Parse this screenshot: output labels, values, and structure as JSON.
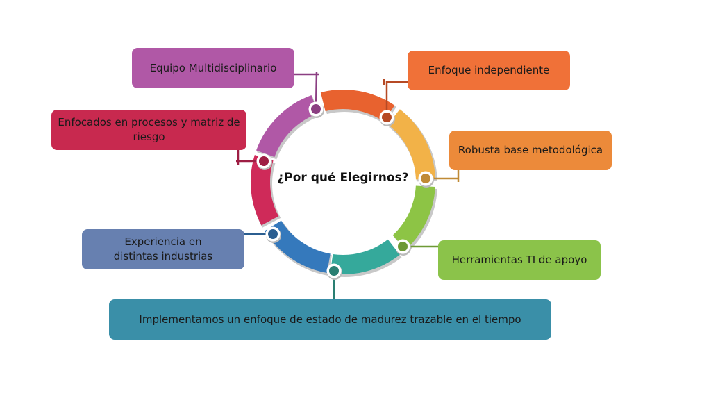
{
  "center_title": "¿Por qué Elegirnos?",
  "items": [
    {
      "label": "Equipo Multidisciplinario",
      "color": "#B058A6",
      "dot": "#8B3F82"
    },
    {
      "label": "Enfoque independiente",
      "color": "#F07138",
      "dot": "#B64A25"
    },
    {
      "label": "Robusta base metodológica",
      "color": "#EC8A3A",
      "dot": "#C08A35"
    },
    {
      "label": "Herramientas TI de apoyo",
      "color": "#8BC34A",
      "dot": "#6E9A36"
    },
    {
      "label": "Implementamos un enfoque de estado de madurez trazable en el tiempo",
      "color": "#3A8FA8",
      "dot": "#2A7F72"
    },
    {
      "label": "Experiencia en distintas industrias",
      "color": "#6780B0",
      "dot": "#2B5E90"
    },
    {
      "label": "Enfocados en procesos y matriz de riesgo",
      "color": "#C8294F",
      "dot": "#9E1E44"
    }
  ],
  "ring_colors": [
    "#B058A6",
    "#E8622F",
    "#F2B248",
    "#8DC445",
    "#35A99B",
    "#3579BC",
    "#CF2A59"
  ]
}
